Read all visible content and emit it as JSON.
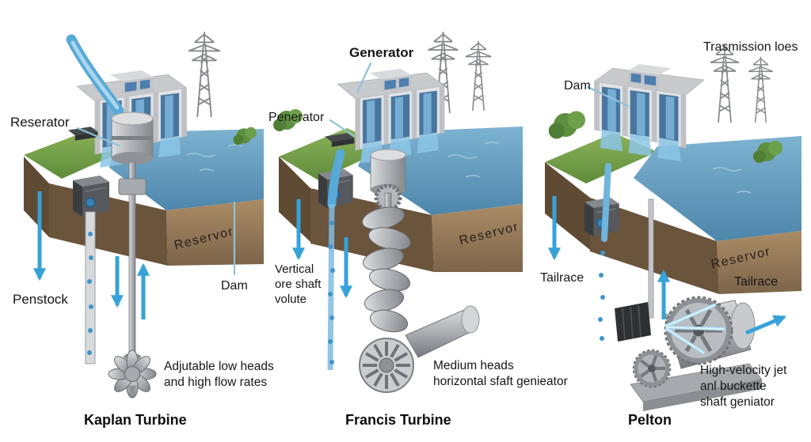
{
  "colors": {
    "arrow-blue": "#36a2d8",
    "leader": "#8fc3d9",
    "text": "#161616",
    "water": "#6ca6c6",
    "waterfall": "#57a9d8",
    "earth": "#9a7b58",
    "grass": "#74a04a",
    "concrete": "#d2d4d7"
  },
  "panels": {
    "kaplan": {
      "title": "Kaplan Turbine",
      "reserator_label": "Reserator",
      "penstock_label": "Penstock",
      "dam_label": "Dam",
      "reservoir_face_label": "Reservor",
      "note": "Adjutable low heads\nand high flow rates"
    },
    "francis": {
      "title": "Francis Turbine",
      "generator_label": "Generator",
      "penerator_label": "Penerator",
      "reservoir_face_label": "Reservor",
      "volute_label": "Vertical\nore shaft\nvolute",
      "note": "Medium heads\nhorizontal sfaft genieator"
    },
    "pelton": {
      "title": "Pelton",
      "transmission_label": "Trasmission loes",
      "dam_label": "Dam",
      "tailrace_left_label": "Tailrace",
      "tailrace_right_label": "Tailrace",
      "reservoir_face_label": "Reservor",
      "note": "High-velocity jet\nanl buckette\nshaft geniator"
    }
  }
}
